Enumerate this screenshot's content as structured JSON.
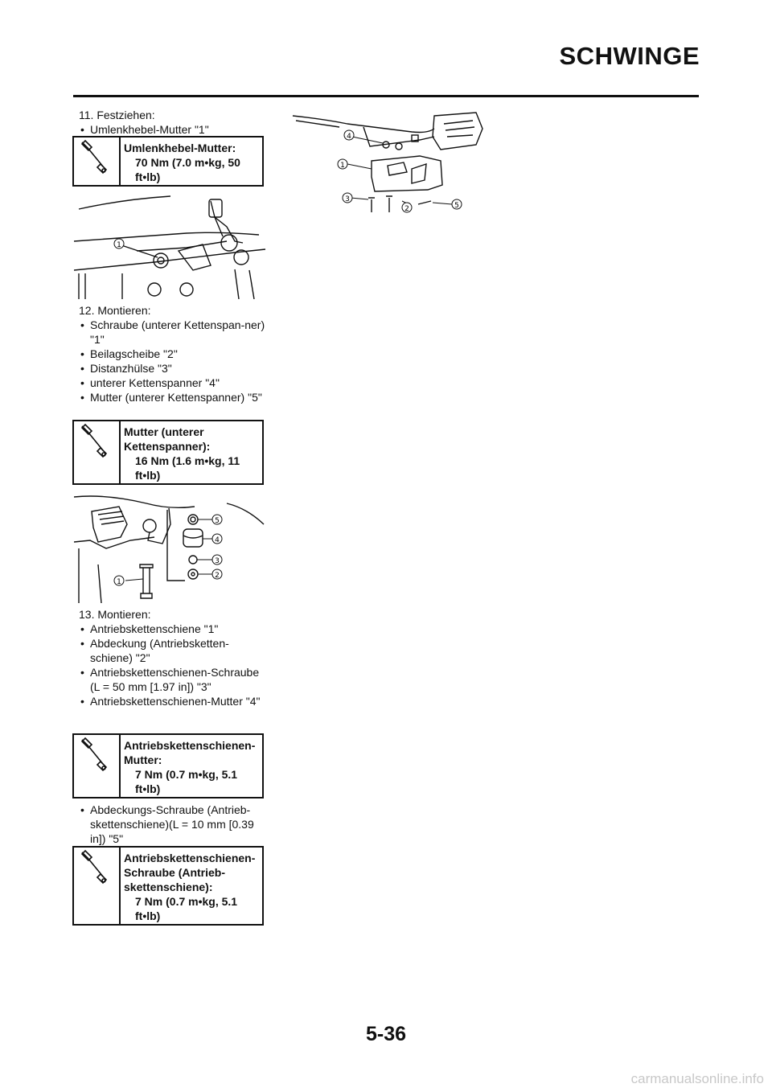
{
  "header": {
    "title": "SCHWINGE"
  },
  "steps": [
    {
      "heading": "11. Festziehen:",
      "bullets": [
        "Umlenkhebel-Mutter \"1\""
      ],
      "torque": {
        "label": "Umlenkhebel-Mutter:",
        "value": "70 Nm (7.0 m•kg, 50 ft•lb)"
      }
    },
    {
      "heading": "12. Montieren:",
      "bullets": [
        "Schraube (unterer Kettenspan-ner) \"1\"",
        "Beilagscheibe \"2\"",
        "Distanzhülse \"3\"",
        "unterer Kettenspanner \"4\"",
        "Mutter (unterer Kettenspanner) \"5\""
      ],
      "torque": {
        "label": "Mutter (unterer Kettenspanner):",
        "value": "16 Nm (1.6 m•kg, 11 ft•lb)"
      }
    },
    {
      "heading": "13. Montieren:",
      "bullets": [
        "Antriebskettenschiene \"1\"",
        "Abdeckung (Antriebsketten-schiene) \"2\"",
        "Antriebskettenschienen-Schraube (L = 50 mm [1.97 in]) \"3\"",
        "Antriebskettenschienen-Mutter \"4\""
      ],
      "torque": {
        "label": "Antriebskettenschienen-Mutter:",
        "value": "7 Nm (0.7 m•kg, 5.1 ft•lb)"
      },
      "bullets_after": [
        "Abdeckungs-Schraube (Antrieb-skettenschiene)(L = 10 mm [0.39 in]) \"5\""
      ],
      "torque_after": {
        "label": "Antriebskettenschienen-Schraube (Antrieb-skettenschiene):",
        "value": "7 Nm (0.7 m•kg, 5.1 ft•lb)"
      }
    }
  ],
  "callouts": {
    "c1": "1",
    "c2": "2",
    "c3": "3",
    "c4": "4",
    "c5": "5"
  },
  "footer": {
    "page_number": "5-36",
    "watermark": "carmanualsonline.info"
  }
}
